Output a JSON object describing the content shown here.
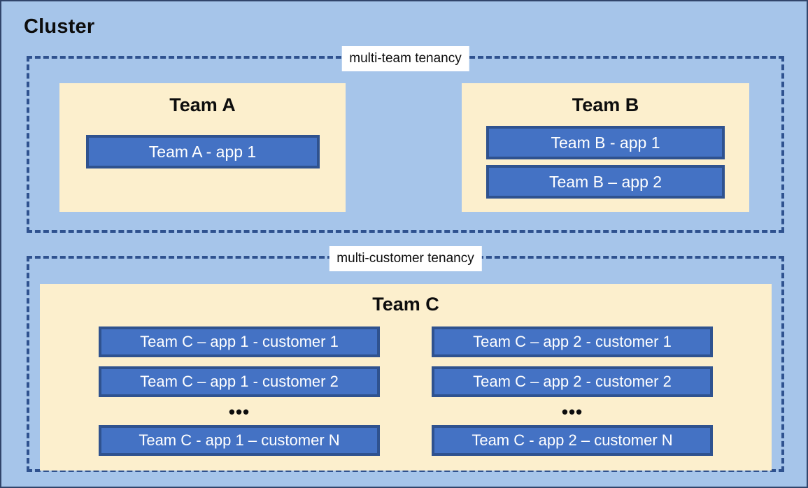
{
  "diagram": {
    "title": "Cluster",
    "colors": {
      "background": "#a6c5ea",
      "zone_border": "#2f528f",
      "team_panel": "#fcefcd",
      "app_fill": "#4472c4",
      "app_border": "#2f528f",
      "app_text": "#ffffff",
      "title_text": "#0d0d0d",
      "label_background": "#ffffff"
    },
    "zones": [
      {
        "id": "multi-team",
        "label": "multi-team tenancy",
        "teams": [
          {
            "id": "team-a",
            "title": "Team A",
            "apps": [
              {
                "label": "Team A - app 1"
              }
            ]
          },
          {
            "id": "team-b",
            "title": "Team B",
            "apps": [
              {
                "label": "Team B - app 1"
              },
              {
                "label": "Team B – app 2"
              }
            ]
          }
        ]
      },
      {
        "id": "multi-customer",
        "label": "multi-customer tenancy",
        "teams": [
          {
            "id": "team-c",
            "title": "Team C",
            "columns": [
              {
                "id": "team-c-app-1",
                "apps_top": [
                  {
                    "label": "Team C – app 1 - customer 1"
                  },
                  {
                    "label": "Team C – app 1 - customer 2"
                  }
                ],
                "ellipsis": "•••",
                "apps_bottom": [
                  {
                    "label": "Team C - app 1 – customer N"
                  }
                ]
              },
              {
                "id": "team-c-app-2",
                "apps_top": [
                  {
                    "label": "Team C – app 2 - customer 1"
                  },
                  {
                    "label": "Team C – app 2 - customer 2"
                  }
                ],
                "ellipsis": "•••",
                "apps_bottom": [
                  {
                    "label": "Team C - app 2 – customer N"
                  }
                ]
              }
            ]
          }
        ]
      }
    ]
  }
}
